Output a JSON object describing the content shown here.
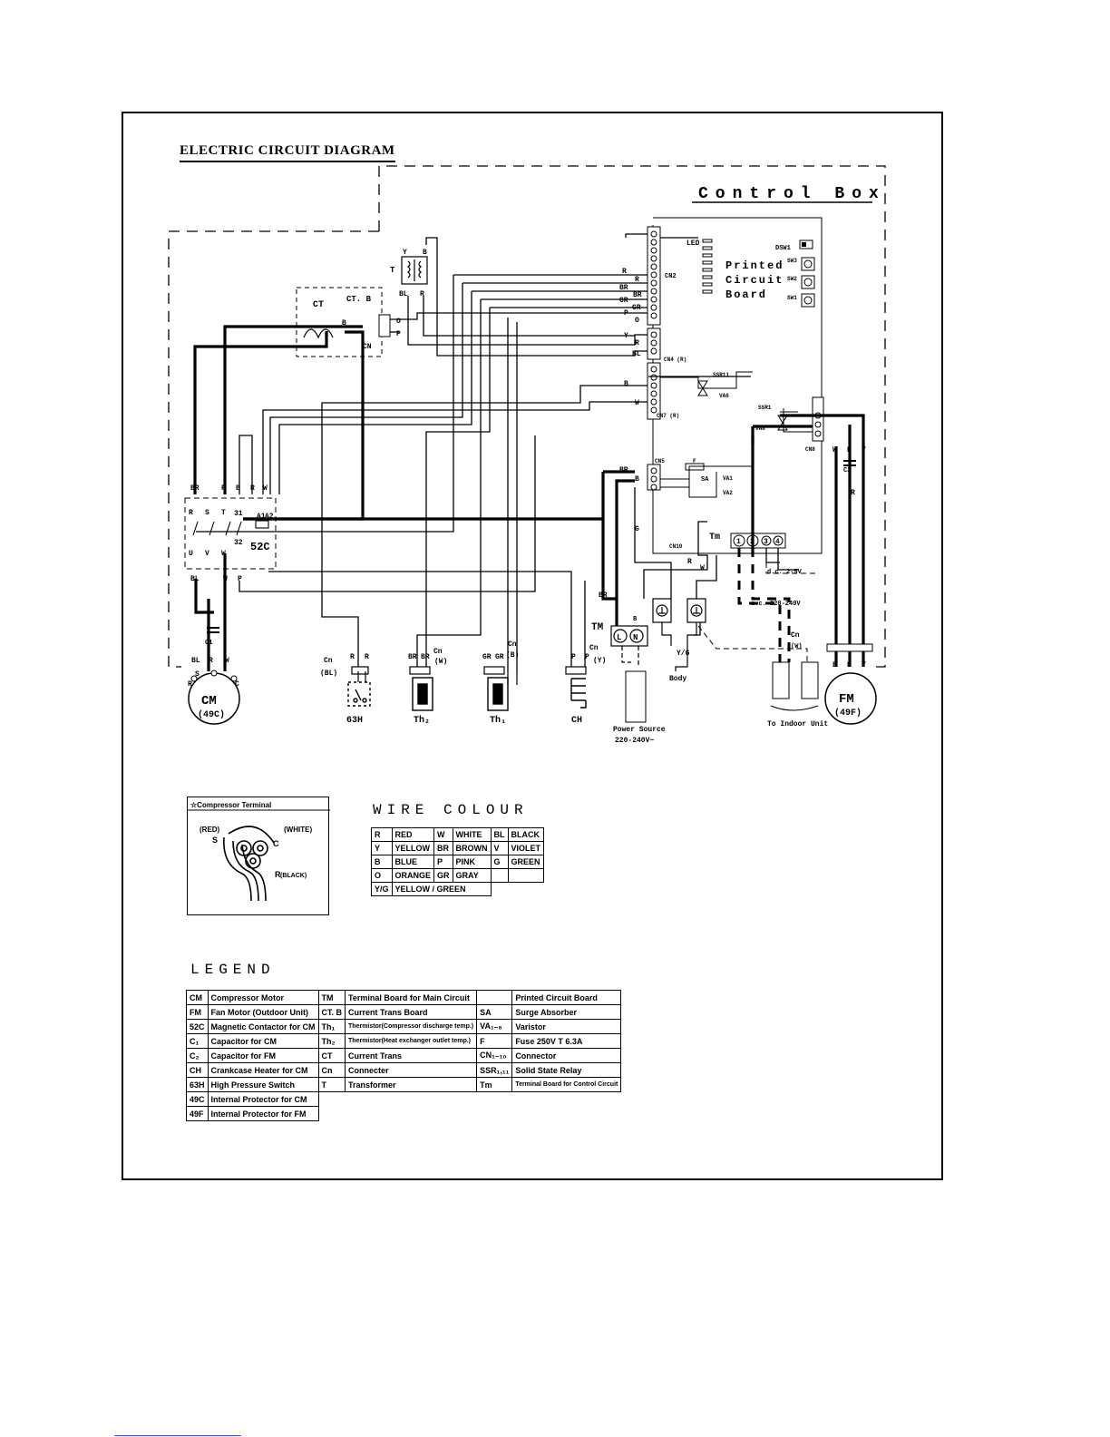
{
  "title": "ELECTRIC CIRCUIT DIAGRAM",
  "control_box": "Control Box",
  "pcb": {
    "line1": "Printed",
    "line2": "Circuit",
    "line3": "Board",
    "led": "LED",
    "dsw": "DSW1",
    "sw3": "SW3",
    "sw2": "SW2",
    "sw1": "SW1"
  },
  "components": {
    "ct": "CT",
    "ctb": "CT. B",
    "cn_ct": "CN",
    "transformer": "T",
    "c52": "52C",
    "cm": "CM",
    "cm_prot": "(49C)",
    "fm": "FM",
    "fm_prot": "(49F)",
    "h63": "63H",
    "th2": "Th₂",
    "th1": "Th₁",
    "ch": "CH",
    "tm_main": "TM",
    "tm_ctrl": "Tm",
    "power": "Power Source",
    "power_v": "220-240V~",
    "indoor": "To Indoor Unit",
    "body": "Body",
    "yg": "Y/G",
    "ac": "a.c. 220-240V",
    "dc": "d.c. 2-5V",
    "cn2": "CN2",
    "cn4": "CN4 (R)",
    "cn7": "CN7 (R)",
    "cn5": "CN5",
    "cn8": "CN8",
    "cn10": "CN10",
    "ssr1": "SSR1",
    "ssr11": "SSR11",
    "va6": "VA6",
    "va8": "VA8",
    "va1": "VA1",
    "va2": "VA2",
    "sa": "SA",
    "f": "F",
    "c1": "C1",
    "c2": "C2"
  },
  "compressor_terminal": {
    "title": "☆Compressor Terminal",
    "red": "(RED)",
    "white": "(WHITE)",
    "black": "(BLACK)",
    "s": "S",
    "c": "C",
    "r": "R"
  },
  "wire_colour": {
    "title": "WIRE COLOUR",
    "rows": [
      [
        "R",
        "RED",
        "W",
        "WHITE",
        "BL",
        "BLACK"
      ],
      [
        "Y",
        "YELLOW",
        "BR",
        "BROWN",
        "V",
        "VIOLET"
      ],
      [
        "B",
        "BLUE",
        "P",
        "PINK",
        "G",
        "GREEN"
      ],
      [
        "O",
        "ORANGE",
        "GR",
        "GRAY",
        "",
        ""
      ],
      [
        "Y/G",
        "YELLOW / GREEN"
      ]
    ]
  },
  "legend": {
    "title": "LEGEND",
    "rows": [
      [
        "CM",
        "Compressor Motor",
        "TM",
        "Terminal Board for Main Circuit",
        "",
        "Printed Circuit Board"
      ],
      [
        "FM",
        "Fan Motor (Outdoor Unit)",
        "CT. B",
        "Current Trans Board",
        "SA",
        "Surge Absorber"
      ],
      [
        "52C",
        "Magnetic Contactor for CM",
        "Th₁",
        "Thermistor(Compressor discharge temp.)",
        "VA₁₋₈",
        "Varistor"
      ],
      [
        "C₁",
        "Capacitor for CM",
        "Th₂",
        "Thermistor(Heat exchanger outlet temp.)",
        "F",
        "Fuse 250V T 6.3A"
      ],
      [
        "C₂",
        "Capacitor for FM",
        "CT",
        "Current Trans",
        "CN₁₋₁₀",
        "Connector"
      ],
      [
        "CH",
        "Crankcase Heater for CM",
        "Cn",
        "Connecter",
        "SSR₁,₁₁",
        "Solid State Relay"
      ],
      [
        "63H",
        "High Pressure Switch",
        "T",
        "Transformer",
        "Tm",
        "Terminal Board for Control Circuit"
      ],
      [
        "49C",
        "Internal Protector for CM"
      ],
      [
        "49F",
        "Internal Protector for FM"
      ]
    ]
  }
}
